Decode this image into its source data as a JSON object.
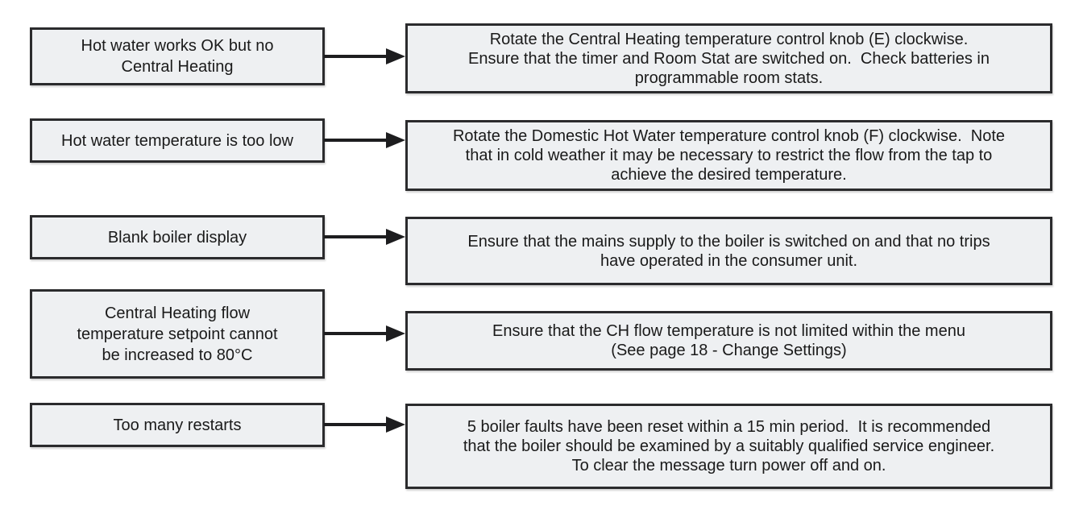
{
  "colors": {
    "box_fill": "#eef0f2",
    "box_border": "#2b2b2d",
    "arrow": "#1d1d1f",
    "text": "#1a1a1a"
  },
  "flowchart": {
    "rows": [
      {
        "problem_lines": [
          "Hot water works OK but no",
          "Central Heating"
        ],
        "solution_lines": [
          "Rotate the Central Heating temperature control knob (E) clockwise.",
          "Ensure that the timer and Room Stat are switched on.  Check batteries in",
          "programmable room stats."
        ]
      },
      {
        "problem_lines": [
          "Hot water temperature is too low"
        ],
        "solution_lines": [
          "Rotate the Domestic Hot Water temperature control knob (F) clockwise.  Note",
          "that in cold weather it may be necessary to restrict the flow from the tap to",
          "achieve the desired temperature."
        ]
      },
      {
        "problem_lines": [
          "Blank boiler display"
        ],
        "solution_lines": [
          "Ensure that the mains supply to the boiler is switched on and that no trips",
          "have operated in the consumer unit."
        ]
      },
      {
        "problem_lines": [
          "Central Heating flow",
          "temperature setpoint cannot",
          "be increased to 80°C"
        ],
        "solution_lines": [
          "Ensure that the CH flow temperature is not limited within the menu",
          "(See page 18 - Change Settings)"
        ]
      },
      {
        "problem_lines": [
          "Too many restarts"
        ],
        "solution_lines": [
          "5 boiler faults have been reset within a 15 min period.  It is recommended",
          "that the boiler should be examined by a suitably qualified service engineer.",
          "To clear the message turn power off and on."
        ]
      }
    ]
  }
}
